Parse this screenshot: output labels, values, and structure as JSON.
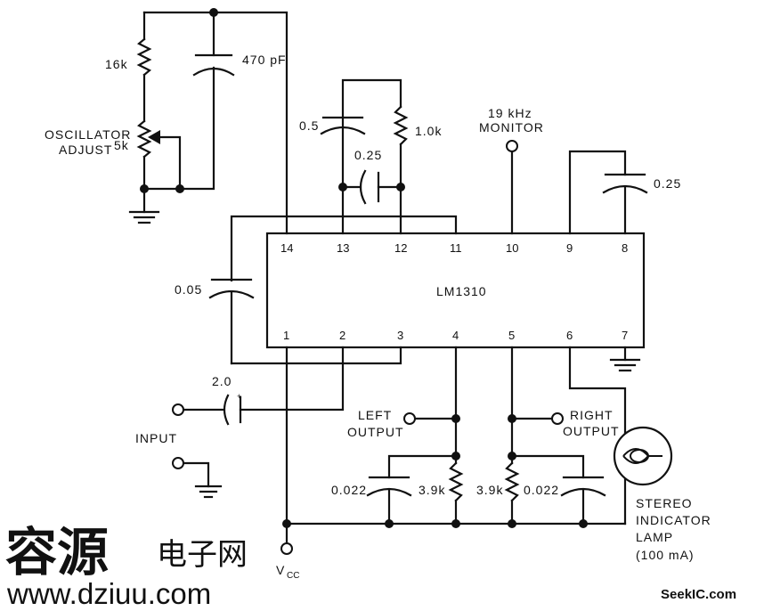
{
  "ic": {
    "part": "LM1310",
    "top_pins": [
      "14",
      "13",
      "12",
      "11",
      "10",
      "9",
      "8"
    ],
    "bottom_pins": [
      "1",
      "2",
      "3",
      "4",
      "5",
      "6",
      "7"
    ]
  },
  "components": {
    "r_16k": "16k",
    "pot_5k": "5k",
    "osc_adjust_line1": "OSCILLATOR",
    "osc_adjust_line2": "ADJUST",
    "c_470pf": "470 pF",
    "c_05": "0.5",
    "c_025_mid": "0.25",
    "r_1k": "1.0k",
    "monitor_line1": "19 kHz",
    "monitor_line2": "MONITOR",
    "c_025_right": "0.25",
    "c_005": "0.05",
    "c_20": "2.0",
    "c_plus": "+",
    "input": "INPUT",
    "left_out_line1": "LEFT",
    "left_out_line2": "OUTPUT",
    "right_out_line1": "RIGHT",
    "right_out_line2": "OUTPUT",
    "c_0022_left": "0.022",
    "r_39k_left": "3.9k",
    "r_39k_right": "3.9k",
    "c_0022_right": "0.022",
    "lamp_line1": "STEREO",
    "lamp_line2": "INDICATOR",
    "lamp_line3": "LAMP",
    "lamp_line4": "(100 mA)",
    "vcc_main": "V",
    "vcc_sub": "CC"
  },
  "watermarks": {
    "cn_big": "容源",
    "cn_red": "电子网",
    "url": "www.dziuu.com",
    "seekic": "SeekIC.com"
  }
}
